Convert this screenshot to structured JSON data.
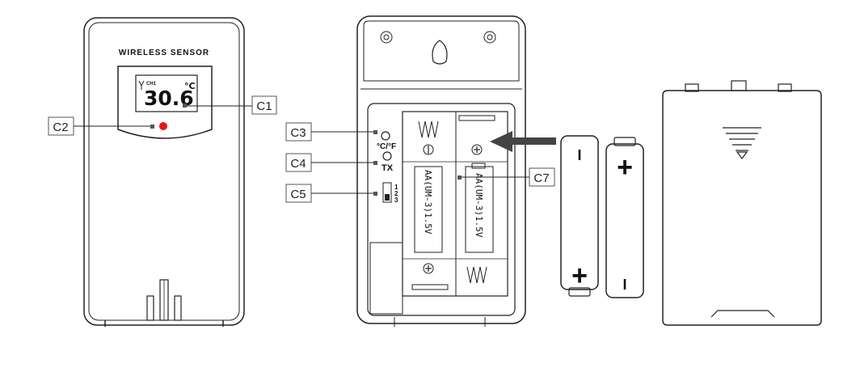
{
  "front": {
    "title": "WIRELESS SENSOR",
    "lcd_ch": "CH1",
    "lcd_value": "30.6",
    "lcd_unit": "°C"
  },
  "back": {
    "cf_label": "°C/°F",
    "tx_label": "TX",
    "switch_positions": [
      "1",
      "2",
      "3"
    ],
    "battery_text_1": "AA(UM-3)1.5V",
    "battery_text_2": "AA(UM-3)1.5V"
  },
  "callouts": {
    "c1": "C1",
    "c2": "C2",
    "c3": "C3",
    "c4": "C4",
    "c5": "C5",
    "c7": "C7"
  },
  "loose_batteries": {
    "left_top": "I",
    "left_bottom": "+",
    "right_top": "+",
    "right_bottom": "I"
  },
  "colors": {
    "line": "#222222",
    "led": "#e8141b",
    "arrow": "#444444"
  }
}
